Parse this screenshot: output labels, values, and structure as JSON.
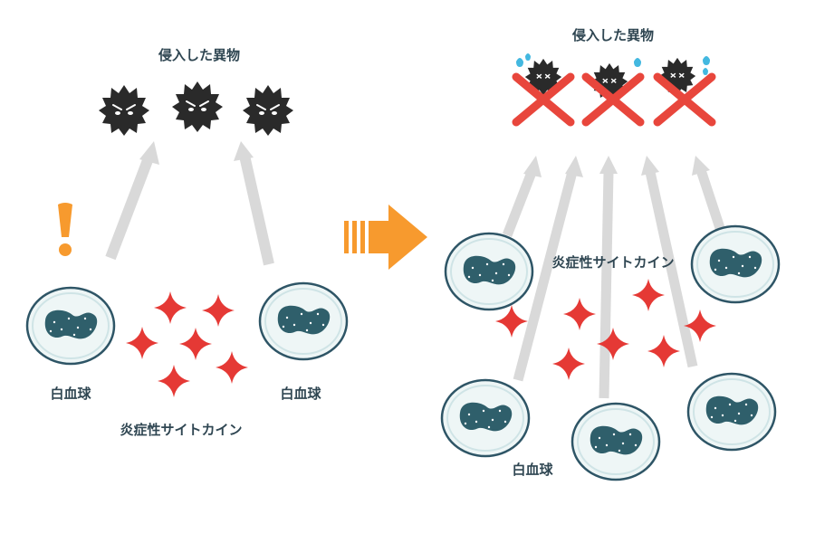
{
  "diagram": {
    "left_panel": {
      "foreign_label": "侵入した異物",
      "wbc_label_left": "白血球",
      "wbc_label_right": "白血球",
      "cytokine_label": "炎症性サイトカイン",
      "alert_icon": "exclamation-icon"
    },
    "right_panel": {
      "foreign_label": "侵入した異物",
      "cytokine_label": "炎症性サイトカイン",
      "wbc_label": "白血球",
      "defeat_icon": "cross-mark-icon"
    },
    "transition_icon": "right-arrow-icon",
    "colors": {
      "germ": "#2a2a2a",
      "cell_fill": "#eef6f6",
      "cell_stroke": "#2e5566",
      "nucleus": "#2f5f6b",
      "cytokine": "#e53935",
      "arrow": "#d9d9d9",
      "cross": "#e8463c",
      "alert": "#f79a2e",
      "sweat": "#43b8e0",
      "text": "#2f4652"
    }
  }
}
